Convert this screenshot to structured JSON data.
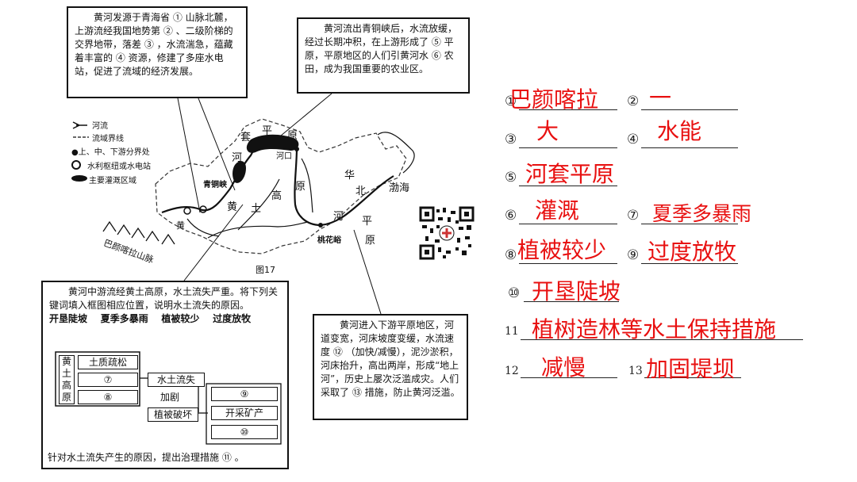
{
  "source_box": {
    "text": "黄河发源于青海省 ①  山脉北麓，上游流经我国地势第 ② 、二级阶梯的交界地带，落差 ③ ，水流湍急，蕴藏着丰富的 ④ 资源，修建了多座水电站，促进了流域的经济发展。"
  },
  "qingtong_box": {
    "text": "黄河流出青铜峡后，水流放缓，经过长期冲积，在上游形成了 ⑤ 平原，平原地区的人们引黄河水 ⑥ 农田，成为我国重要的农业区。"
  },
  "legend": {
    "river": "河流",
    "boundary": "流域界线",
    "division": "●上、中、下游分界处",
    "dam": "水利枢纽或水电站",
    "irrigation": "主要灌溉区域"
  },
  "map_labels": {
    "tao": "套",
    "ping1": "平",
    "yuan1": "原",
    "he1": "河",
    "hekou": "河口",
    "qingtongxia": "青铜峡",
    "huang": "黄",
    "tu": "土",
    "gao": "高",
    "yuan2": "原",
    "hua": "华",
    "bei": "北",
    "ping2": "平",
    "yuan3": "原",
    "he2": "河",
    "bohai": "渤海",
    "taohuayu": "桃花峪",
    "river_name": "黄",
    "mountain": "巴颜喀拉山脉",
    "fig": "图17"
  },
  "middle_box": {
    "intro": "黄河中游流经黄土高原，水土流失严重。将下列关键词填入框图相应位置，说明水土流失的原因。",
    "keywords": "开垦陡坡    夏季多暴雨    植被较少    过度放牧",
    "footer": "针对水土流失产生的原因，提出治理措施 ⑪ 。",
    "fc_plateau": "黄土高原",
    "fc_soil": "土质疏松",
    "fc_7": "⑦",
    "fc_8": "⑧",
    "fc_loss": "水土流失",
    "fc_aggravate": "加剧",
    "fc_veg": "植被破坏",
    "fc_9": "⑨",
    "fc_mine": "开采矿产",
    "fc_10": "⑩"
  },
  "lower_box": {
    "text": "黄河进入下游平原地区，河道变宽，河床坡度变缓，水流速度 ⑫ （加快/减慢），泥沙淤积，河床抬升，高出两岸，形成“地上河”，历史上屡次泛滥成灾。人们采取了 ⑬ 措施，防止黄河泛滥。"
  },
  "answers": [
    {
      "num": "①",
      "value": "巴颜喀拉"
    },
    {
      "num": "②",
      "value": "一"
    },
    {
      "num": "③",
      "value": "大"
    },
    {
      "num": "④",
      "value": "水能"
    },
    {
      "num": "⑤",
      "value": "河套平原"
    },
    {
      "num": "⑥",
      "value": "灌溉"
    },
    {
      "num": "⑦",
      "value": "夏季多暴雨"
    },
    {
      "num": "⑧",
      "value": "植被较少"
    },
    {
      "num": "⑨",
      "value": "过度放牧"
    },
    {
      "num": "⑩",
      "value": "开垦陡坡"
    },
    {
      "num": "11",
      "value": "植树造林等水土保持措施"
    },
    {
      "num": "12",
      "value": "减慢"
    },
    {
      "num": "13",
      "value": "加固堤坝"
    }
  ]
}
